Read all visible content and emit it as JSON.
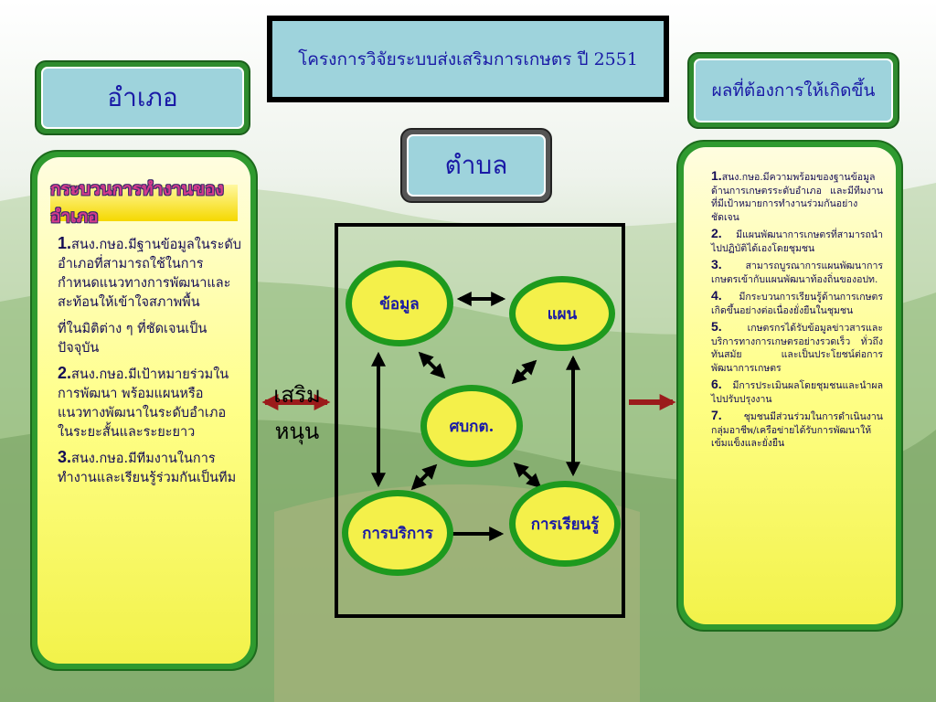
{
  "title": "โครงการวิจัยระบบส่งเสริมการเกษตร ปี 2551",
  "left_label": "อำเภอ",
  "center_label": "ตำบล",
  "right_label": "ผลที่ต้องการให้เกิดขึ้น",
  "left_panel": {
    "heading": "กระบวนการทำงานของอำเภอ",
    "items": [
      {
        "num": "1.",
        "text": "สนง.กษอ.มีฐานข้อมูลในระดับอำเภอที่สามารถใช้ในการกำหนดแนวทางการพัฒนาและสะท้อนให้เข้าใจสภาพพื้น"
      },
      {
        "num": "",
        "text": "ที่ในมิติต่าง ๆ ที่ชัดเจนเป็นปัจจุบัน"
      },
      {
        "num": "2.",
        "text": "สนง.กษอ.มีเป้าหมายร่วมในการพัฒนา พร้อมแผนหรือแนวทางพัฒนาในระดับอำเภอ ในระยะสั้นและระยะยาว"
      },
      {
        "num": "3.",
        "text": "สนง.กษอ.มีทีมงานในการทำงานและเรียนรู้ร่วมกันเป็นทีม"
      }
    ]
  },
  "right_panel": {
    "items": [
      {
        "num": "1.",
        "text": "สนง.กษอ.มีความพร้อมของฐานข้อมูลด้านการเกษตรระดับอำเภอ และมีทีมงานที่มีเป้าหมายการทำงานร่วมกันอย่างชัดเจน"
      },
      {
        "num": "2.",
        "text": "มีแผนพัฒนาการเกษตรที่สามารถนำไปปฏิบัติได้เองโดยชุมชน"
      },
      {
        "num": "3.",
        "text": "สามารถบูรณาการแผนพัฒนาการเกษตรเข้ากับแผนพัฒนาท้องถิ่นของอปท."
      },
      {
        "num": "4.",
        "text": "มีกระบวนการเรียนรู้ด้านการเกษตรเกิดขึ้นอย่างต่อเนื่องยั่งยืนในชุมชน"
      },
      {
        "num": "5.",
        "text": "เกษตรกรได้รับข้อมูลข่าวสารและบริการทางการเกษตรอย่างรวดเร็ว ทั่วถึง ทันสมัย และเป็นประโยชน์ต่อการพัฒนาการเกษตร"
      },
      {
        "num": "6.",
        "text": "มีการประเมินผลโดยชุมชนและนำผลไปปรับปรุงงาน"
      },
      {
        "num": "7.",
        "text": "ชุมชนมีส่วนร่วมในการดำเนินงาน กลุ่มอาชีพ/เครือข่ายได้รับการพัฒนาให้เข้มแข็งและยั่งยืน"
      }
    ]
  },
  "diagram": {
    "nodes": {
      "info": "ข้อมูล",
      "plan": "แผน",
      "center": "ศบกต.",
      "service": "การบริการ",
      "learning": "การเรียนรู้"
    },
    "promote": [
      "เสริม",
      "หนุน"
    ]
  },
  "colors": {
    "arrow_red": "#9b1b1b",
    "node_fill": "#f4f04a",
    "node_ring": "#1e9a1e",
    "text_blue": "#1a1aa6"
  }
}
